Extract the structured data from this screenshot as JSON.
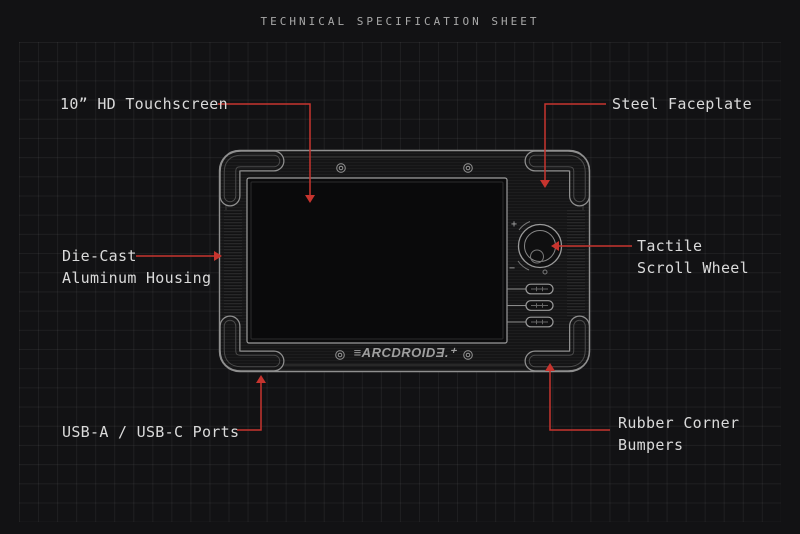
{
  "title": "TECHNICAL SPECIFICATION SHEET",
  "colors": {
    "background": "#121214",
    "grid_line": "rgba(255,255,255,0.055)",
    "accent_red": "#c7342e",
    "label_text": "#dadada",
    "device_outline": "#8f8f8f"
  },
  "callouts": {
    "touchscreen": {
      "label": "10” HD Touchscreen"
    },
    "faceplate": {
      "label": "Steel Faceplate"
    },
    "housing": {
      "line1": "Die-Cast",
      "line2": "Aluminum Housing"
    },
    "wheel": {
      "line1": "Tactile",
      "line2": "Scroll Wheel"
    },
    "usb": {
      "label": "USB-A / USB-C Ports"
    },
    "bumpers": {
      "line1": "Rubber Corner",
      "line2": "Bumpers"
    }
  },
  "device": {
    "logo": "≡ARCDROIDƎ.⁺",
    "wheel_plus": "+",
    "wheel_minus": "−"
  }
}
